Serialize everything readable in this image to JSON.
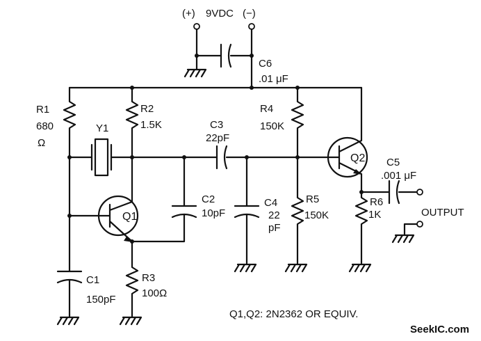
{
  "power": {
    "plus": "(+)",
    "voltage": "9VDC",
    "minus": "(−)"
  },
  "components": {
    "R1": {
      "ref": "R1",
      "value": "680",
      "unit": "Ω"
    },
    "R2": {
      "ref": "R2",
      "value": "1.5K"
    },
    "R3": {
      "ref": "R3",
      "value": "100Ω"
    },
    "R4": {
      "ref": "R4",
      "value": "150K"
    },
    "R5": {
      "ref": "R5",
      "value": "150K"
    },
    "R6": {
      "ref": "R6",
      "value": "1K"
    },
    "C1": {
      "ref": "C1",
      "value": "150pF"
    },
    "C2": {
      "ref": "C2",
      "value": "10pF"
    },
    "C3": {
      "ref": "C3",
      "value": "22pF"
    },
    "C4": {
      "ref": "C4",
      "value": "22",
      "unit": "pF"
    },
    "C5": {
      "ref": "C5",
      "value": ".001 μF"
    },
    "C6": {
      "ref": "C6",
      "value": ".01 μF"
    },
    "Y1": {
      "ref": "Y1"
    },
    "Q1": {
      "ref": "Q1"
    },
    "Q2": {
      "ref": "Q2"
    }
  },
  "output_label": "OUTPUT",
  "note": "Q1,Q2: 2N2362 OR EQUIV.",
  "watermark": "SeekIC.com"
}
